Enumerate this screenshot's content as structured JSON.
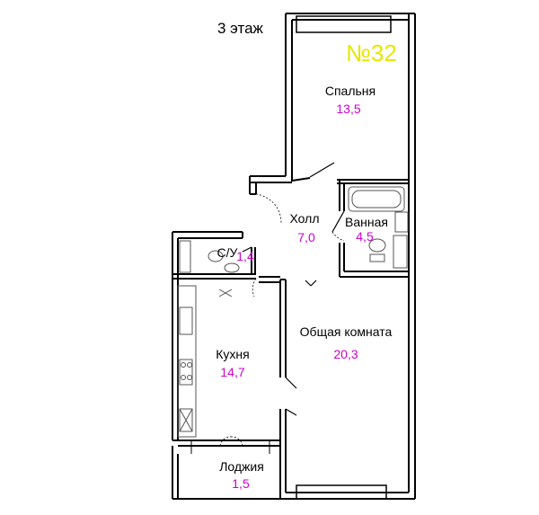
{
  "floor": "3 этаж",
  "apartment": "№32",
  "colors": {
    "wall": "#000000",
    "room_name": "#000000",
    "area": "#cc00cc",
    "apartment_no": "#e6e600",
    "fixture": "#555555"
  },
  "rooms": [
    {
      "name": "Спальня",
      "area": "13,5"
    },
    {
      "name": "Холл",
      "area": "7,0"
    },
    {
      "name": "Ванная",
      "area": "4,5"
    },
    {
      "name": "С/У",
      "area": "1,4"
    },
    {
      "name": "Кухня",
      "area": "14,7"
    },
    {
      "name": "Общая комната",
      "area": "20,3"
    },
    {
      "name": "Лоджия",
      "area": "1,5"
    }
  ]
}
